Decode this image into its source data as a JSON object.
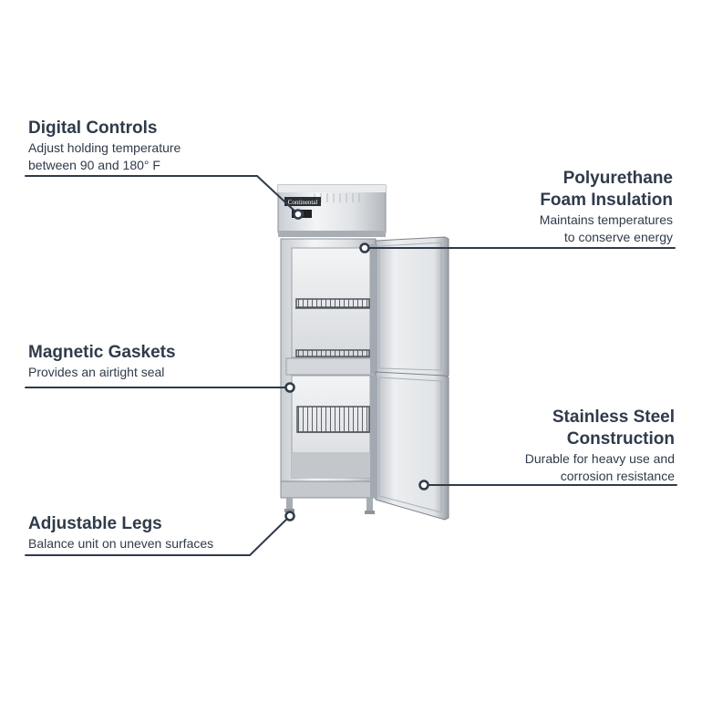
{
  "callouts": {
    "digital_controls": {
      "title": "Digital Controls",
      "desc_line1": "Adjust holding temperature",
      "desc_line2": "between 90 and 180° F"
    },
    "foam_insulation": {
      "title_line1": "Polyurethane",
      "title_line2": "Foam Insulation",
      "desc_line1": "Maintains temperatures",
      "desc_line2": "to conserve energy"
    },
    "magnetic_gaskets": {
      "title": "Magnetic Gaskets",
      "desc": "Provides an airtight seal"
    },
    "stainless_steel": {
      "title_line1": "Stainless Steel",
      "title_line2": "Construction",
      "desc_line1": "Durable for heavy use and",
      "desc_line2": "corrosion resistance"
    },
    "adjustable_legs": {
      "title": "Adjustable Legs",
      "desc": "Balance unit on uneven surfaces"
    }
  },
  "product": {
    "brand_plate": "Continental"
  },
  "colors": {
    "text": "#2f3b4a",
    "leader_line": "#2f3b4a",
    "steel_light": "#eef0f2",
    "steel_mid": "#c9cdd2",
    "steel_dark": "#7d848c"
  }
}
